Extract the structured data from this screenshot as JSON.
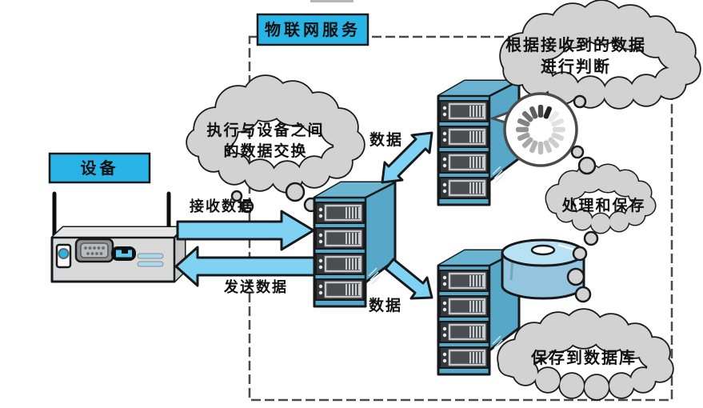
{
  "title": {
    "boundary_label": "物联网服务"
  },
  "device": {
    "label": "设备"
  },
  "arrows": {
    "receive_label": "接收数据",
    "send_label": "发送数据",
    "data_upper_label": "数据",
    "data_lower_label": "数据"
  },
  "thought_clouds": {
    "exchange": "执行与设备之间\n的数据交换",
    "judge": "根据接收到的数据\n进行判断",
    "process_save": "处理和保存",
    "save_to_db": "保存到数据库"
  },
  "icons": {
    "device": "iot-device-icon",
    "servers": [
      "server-icon",
      "server-icon",
      "server-icon"
    ],
    "database": "database-cylinder-icon",
    "spinner": "loading-spinner-icon",
    "clouds": "thought-cloud-icon"
  },
  "colors": {
    "accent_cyan": "#29b4e8",
    "arrow_cyan": "#7fd2f2",
    "server_blue": "#57a8c8",
    "cloud_gray": "#d2d2d2",
    "outline": "#1a1a1a"
  }
}
